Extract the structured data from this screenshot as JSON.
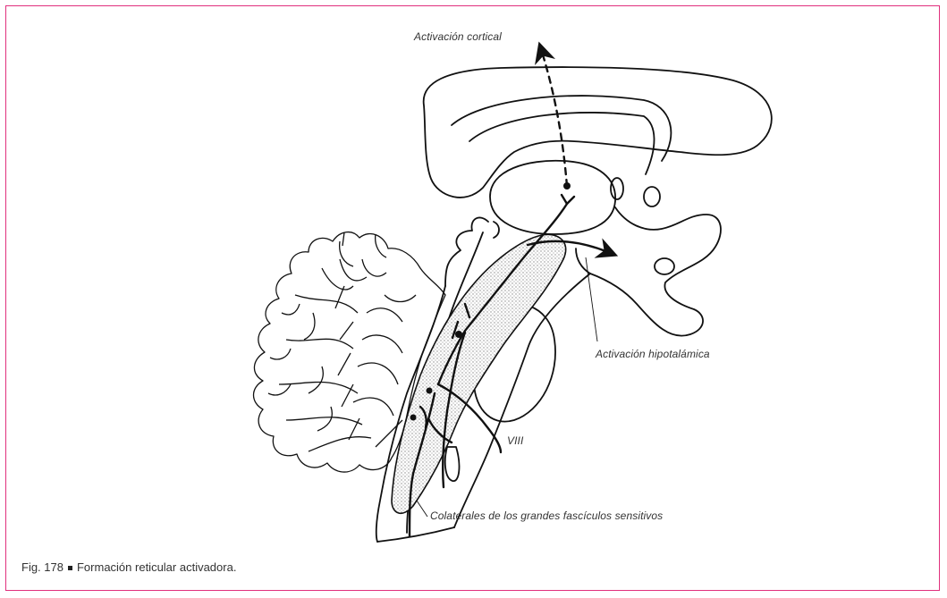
{
  "labels": {
    "cortical": "Activación cortical",
    "hypothalamic": "Activación hipotalámica",
    "nerve": "VIII",
    "collaterals": "Colaterales de los grandes fascículos sensitivos"
  },
  "caption": {
    "number": "Fig. 178",
    "text": "Formación reticular activadora."
  },
  "colors": {
    "frame": "#e0307d",
    "ink": "#111111",
    "stipple": "#9a9a9a"
  }
}
